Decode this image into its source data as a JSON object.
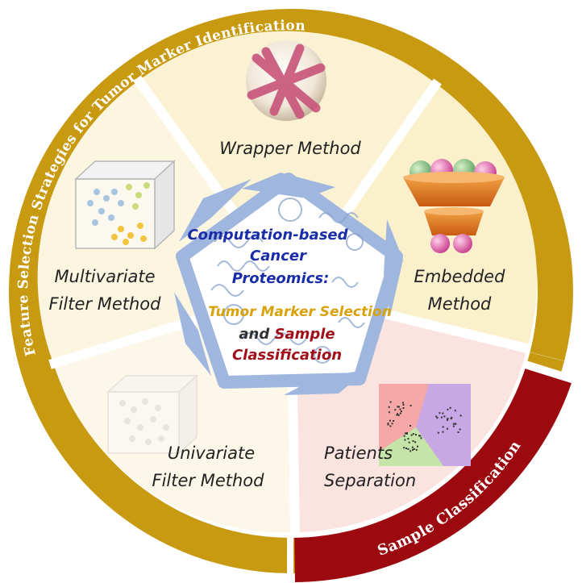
{
  "colors": {
    "gold_ring": "#c89a12",
    "red_ring": "#9c0a10",
    "panel_cream": "#fbf2d4",
    "panel_pale": "#fcf7e6",
    "panel_pink": "#fbe3e0",
    "pentagon_blue": "#9fb6de",
    "title_blue": "#1a2da8",
    "title_gold": "#d8a20a",
    "title_red": "#a0101a"
  },
  "outer_ring": {
    "feature_selection_label": "Feature Selection Strategies for Tumor Marker Identification",
    "sample_classification_label": "Sample Classification"
  },
  "segments": {
    "wrapper": {
      "label": "Wrapper Method",
      "icon": "crossed-ribbons-sphere-icon"
    },
    "embedded": {
      "label_line1": "Embedded",
      "label_line2": "Method",
      "icon": "ball-funnel-icon"
    },
    "multivariate": {
      "label_line1": "Multivariate",
      "label_line2": "Filter Method",
      "icon": "3d-scatter-cube-icon"
    },
    "univariate": {
      "label_line1": "Univariate",
      "label_line2": "Filter Method",
      "icon": "faded-3d-scatter-cube-icon"
    },
    "patients": {
      "label_line1": "Patients",
      "label_line2": "Separation",
      "icon": "classification-scatter-plot-icon"
    }
  },
  "center": {
    "line1": "Computation-based",
    "line2": "Cancer",
    "line3": "Proteomics:",
    "line4": "Tumor Marker Selection",
    "line5_part1": "and ",
    "line5_part2": "Sample",
    "line6": "Classification",
    "icon": "protein-structure-icon"
  }
}
